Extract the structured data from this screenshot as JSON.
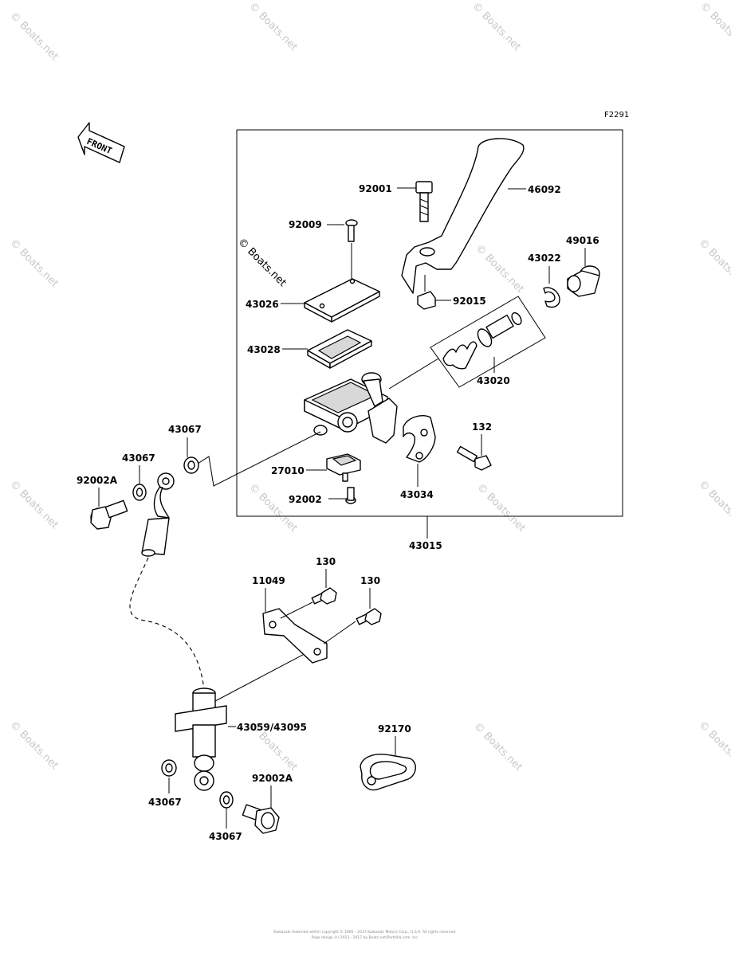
{
  "diagram_code": "F2291",
  "front_label": "FRONT",
  "copyright_watermark": "© Boats.net",
  "bg_watermark": "© Boats.net",
  "footer_lines": [
    "Kawasaki materials within copyright © 1985 - 2017 Kawasaki Motors Corp., U.S.A. All rights reserved.",
    "Page design (c) 2013 - 2017 by Boats.net/Partzilla.com. Inc."
  ],
  "parts": {
    "p46092": "46092",
    "p92001": "92001",
    "p92009": "92009",
    "p49016": "49016",
    "p43022": "43022",
    "p43026": "43026",
    "p92015": "92015",
    "p43028": "43028",
    "p43020": "43020",
    "p43067a": "43067",
    "p132": "132",
    "p43067b": "43067",
    "p27010": "27010",
    "p92002A_a": "92002A",
    "p43034": "43034",
    "p92002": "92002",
    "p43015": "43015",
    "p130a": "130",
    "p11049": "11049",
    "p130b": "130",
    "p43059": "43059/43095",
    "p92170": "92170",
    "p92002A_b": "92002A",
    "p43067c": "43067",
    "p43067d": "43067"
  }
}
